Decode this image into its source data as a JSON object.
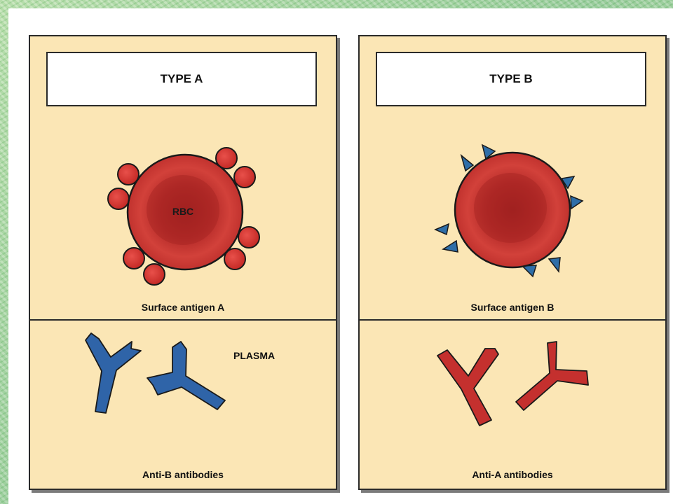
{
  "panels": [
    {
      "title": "TYPE A",
      "cell_label": "RBC",
      "surface_label": "Surface antigen A",
      "plasma_label": "PLASMA",
      "antibody_label": "Anti-B antibodies"
    },
    {
      "title": "TYPE B",
      "surface_label": "Surface antigen B",
      "antibody_label": "Anti-A antibodies"
    }
  ],
  "colors": {
    "panel_fill": "#fbe6b5",
    "rbc_red": "#c7302c",
    "antigen_a": "#d8322b",
    "antigen_b": "#2e6ea8",
    "antibody_anti_b": "#2f64a8",
    "antibody_anti_a": "#c4302e",
    "background": "#9fcf9a"
  },
  "icons": {
    "antigen_a_shape": "circle",
    "antigen_b_shape": "triangle",
    "antibody_shape": "y-shape"
  }
}
